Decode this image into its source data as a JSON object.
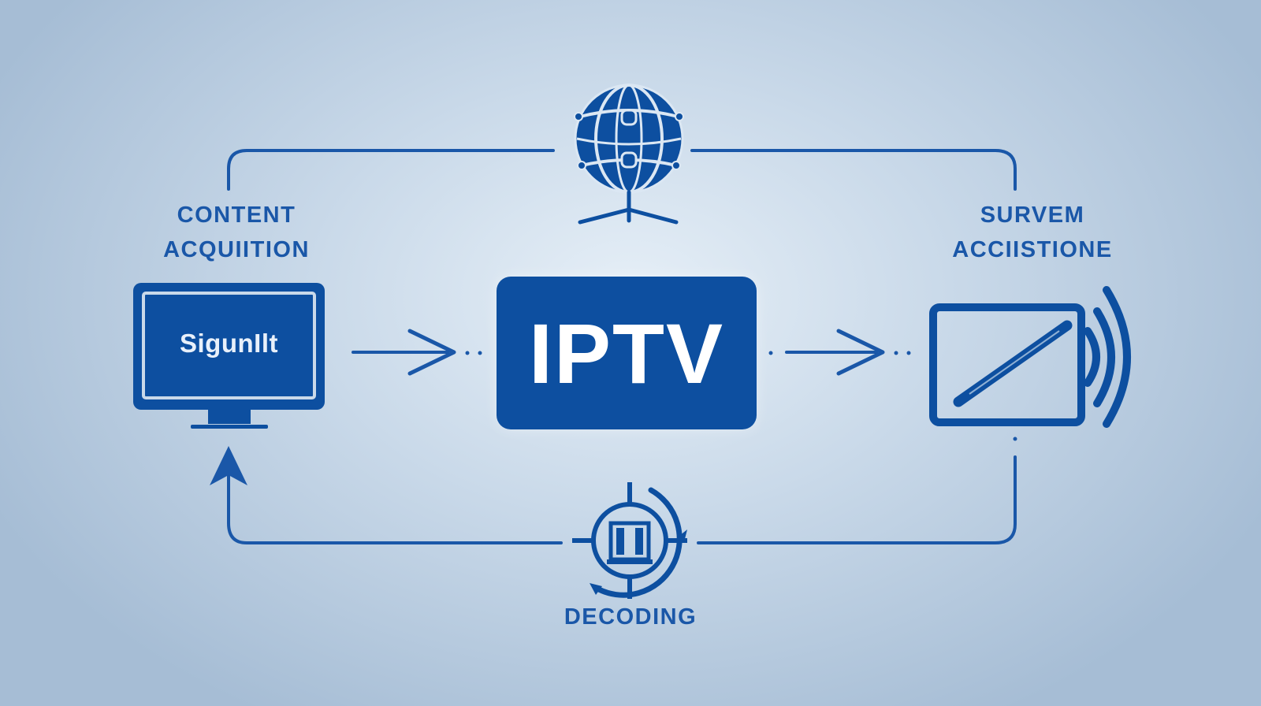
{
  "hub": {
    "label": "IPTV"
  },
  "nodes": {
    "content_acquisition": {
      "line1": "CONTENT",
      "line2": "ACQUIITION",
      "screen_text": "SigunIlt"
    },
    "server": {
      "line1": "SURVEM",
      "line2": "ACCIISTIONE"
    },
    "decoding": {
      "label": "DECODING"
    }
  },
  "icons": {
    "globe": "globe-network-icon",
    "monitor": "monitor-icon",
    "tablet": "tablet-broadcast-icon",
    "decoder": "decoder-dial-icon"
  },
  "colors": {
    "primary": "#0d4fa0",
    "text": "#1a57a8"
  }
}
